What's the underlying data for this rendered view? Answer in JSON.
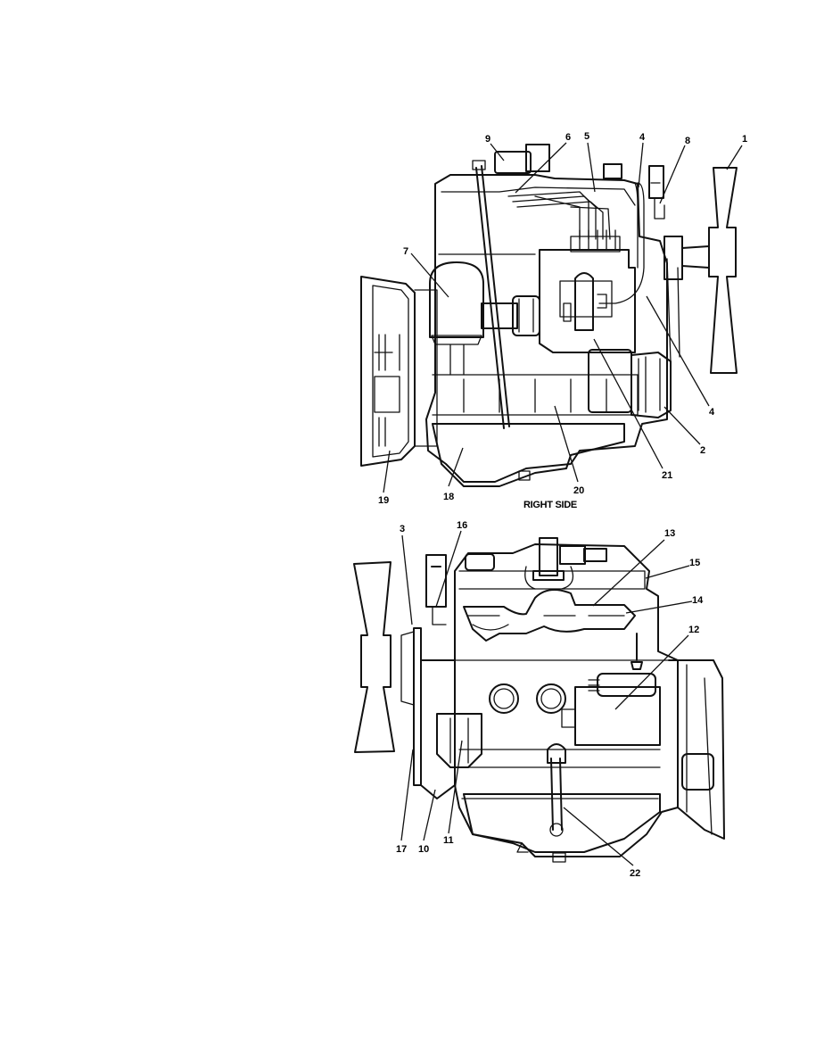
{
  "figure": {
    "caption": "RIGHT SIDE",
    "right_side_callouts": [
      "9",
      "6",
      "5",
      "4",
      "8",
      "1",
      "7",
      "4",
      "2",
      "21",
      "20",
      "18",
      "19"
    ],
    "left_side_callouts": [
      "3",
      "16",
      "13",
      "15",
      "14",
      "12",
      "11",
      "10",
      "17",
      "22"
    ]
  }
}
